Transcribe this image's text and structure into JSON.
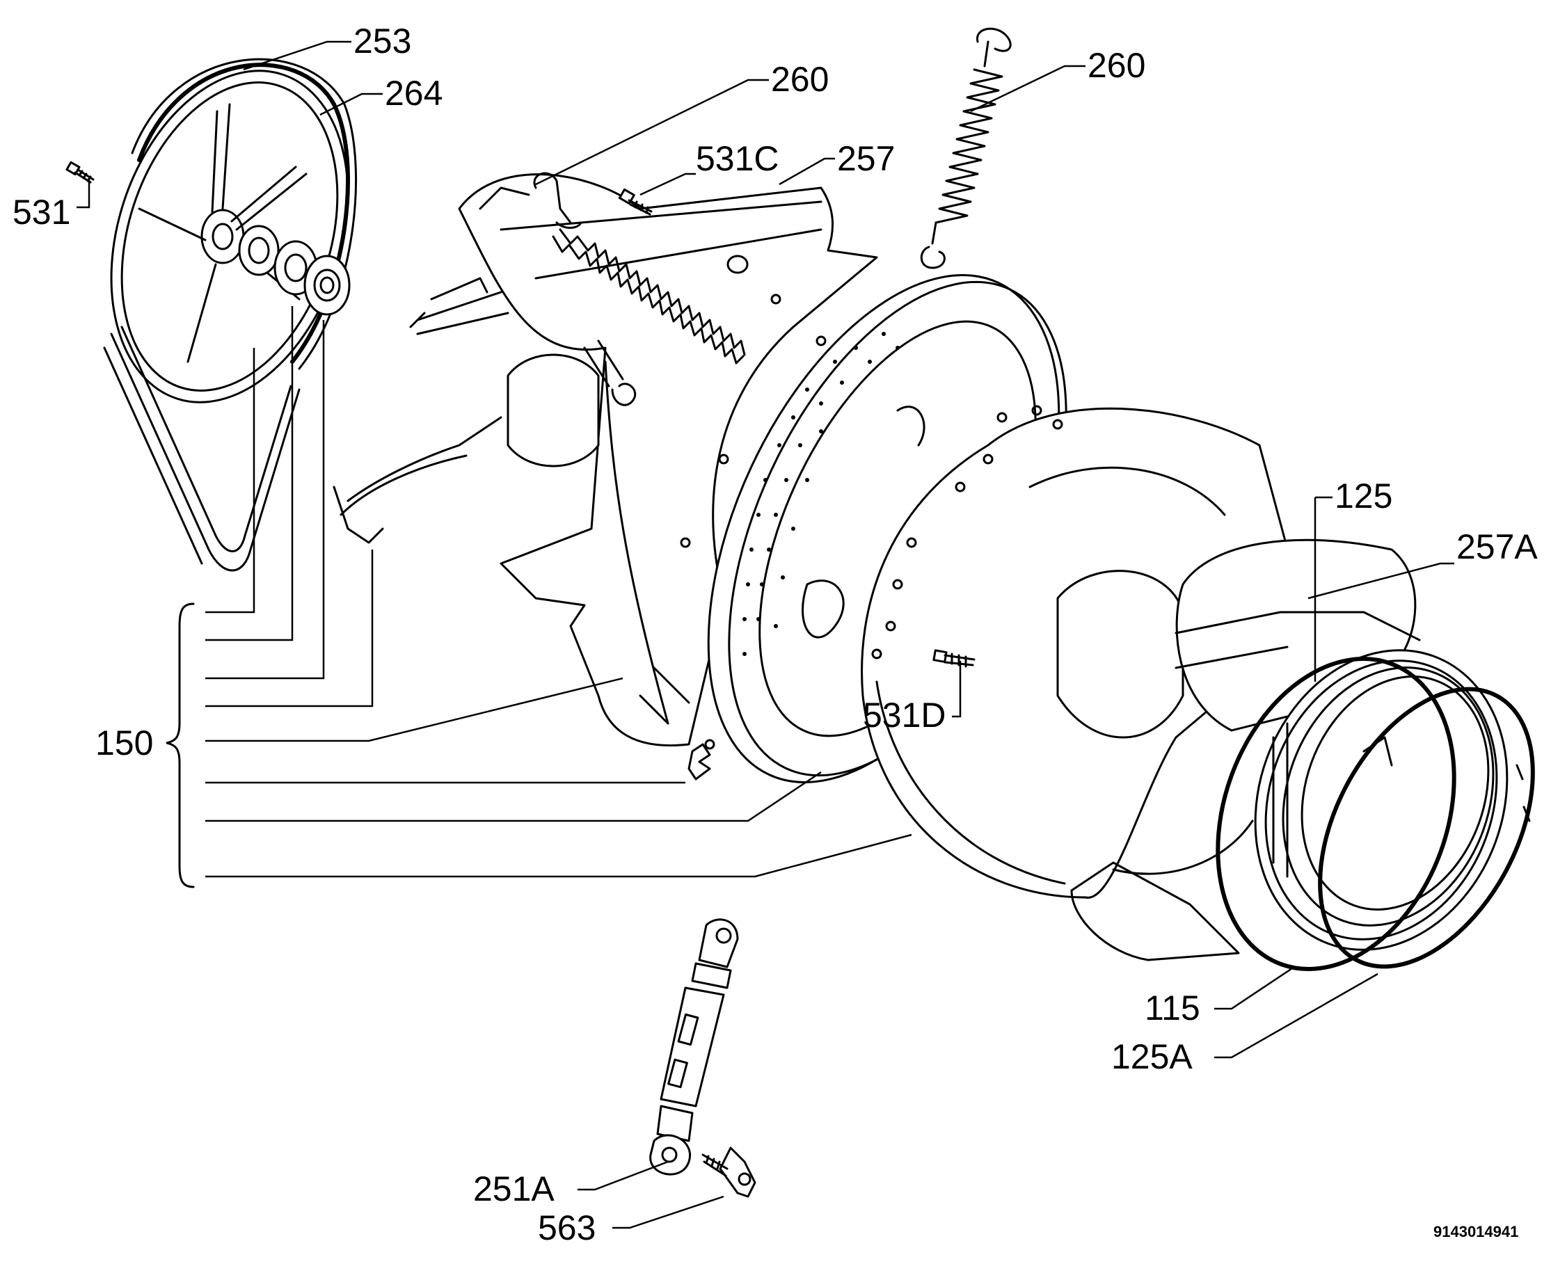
{
  "labels": {
    "p253": "253",
    "p264": "264",
    "p531": "531",
    "p260_left": "260",
    "p260_right": "260",
    "p531C": "531C",
    "p257": "257",
    "p125": "125",
    "p257A": "257A",
    "p150": "150",
    "p531D": "531D",
    "p115": "115",
    "p125A": "125A",
    "p251A": "251A",
    "p563": "563"
  },
  "drawing_code": "9143014941"
}
